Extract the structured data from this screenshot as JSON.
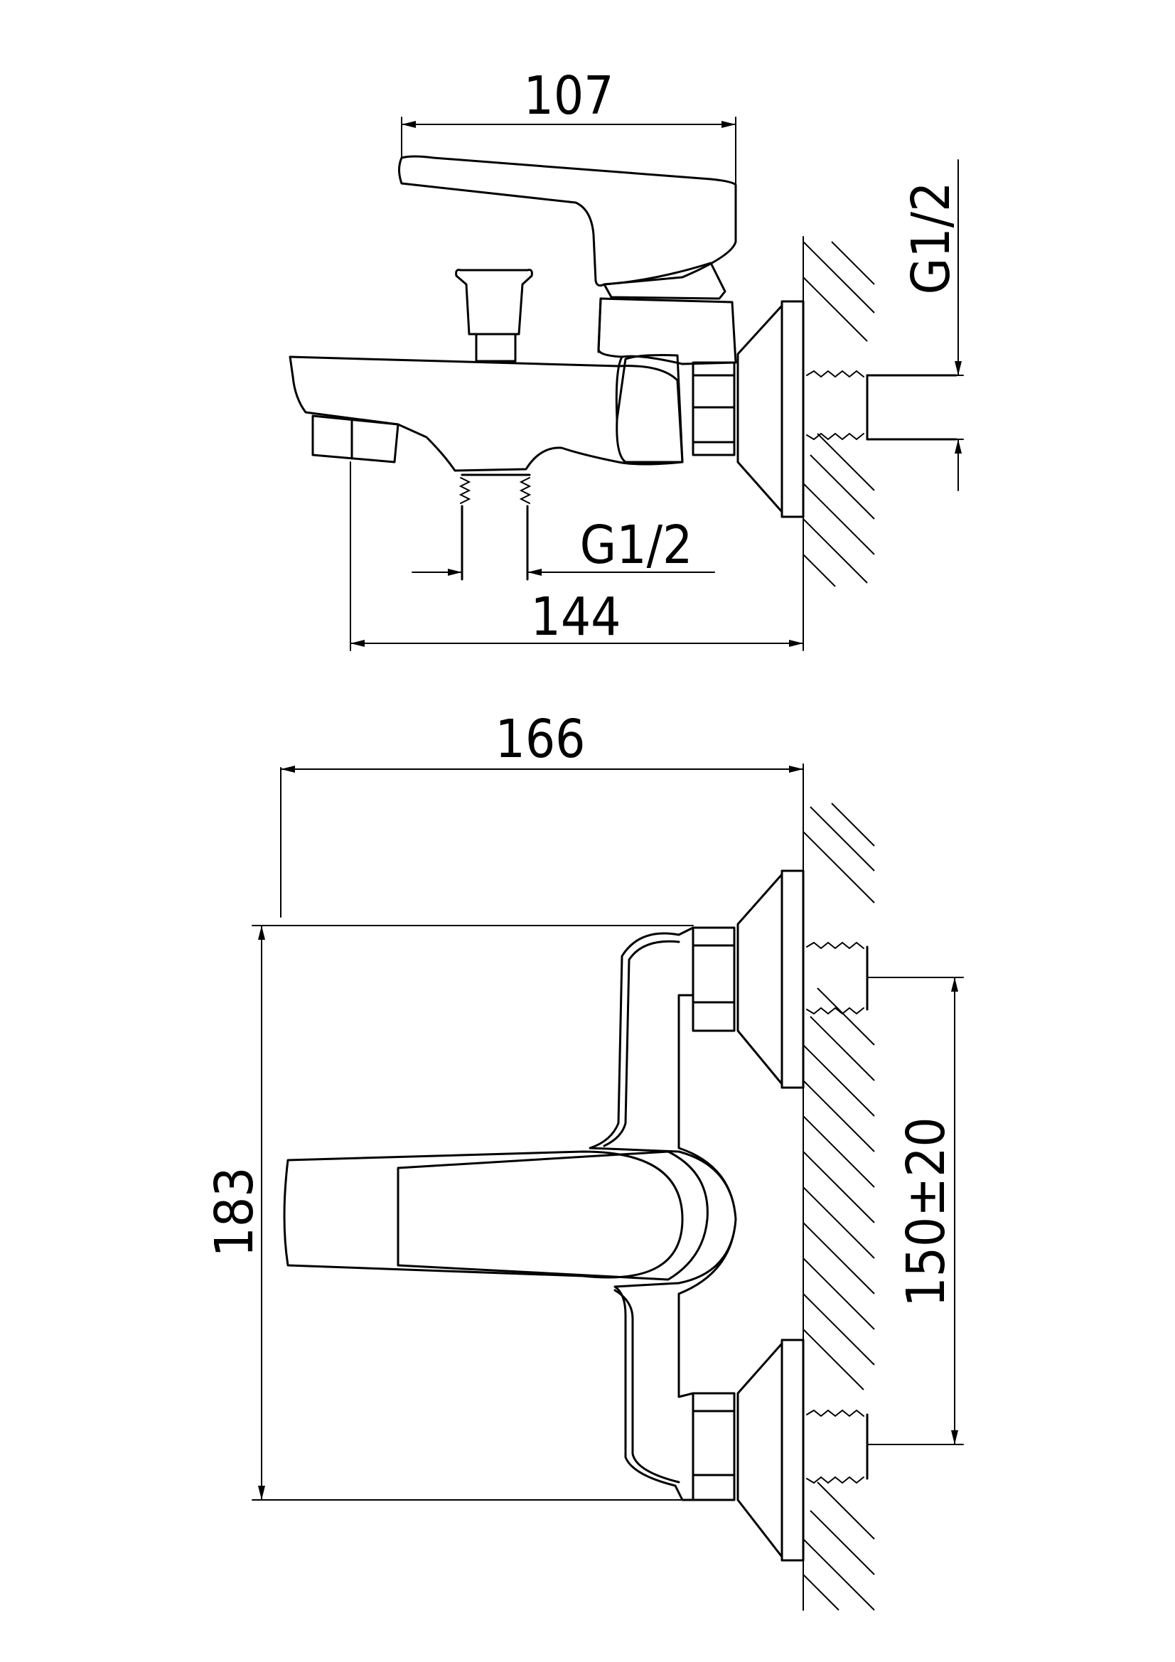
{
  "dimensions": {
    "side_handle_length": "107",
    "side_wall_thread": "G1/2",
    "side_outlet_thread": "G1/2",
    "side_projection": "144",
    "front_width": "166",
    "front_height": "183",
    "front_centers": "150±20"
  },
  "colors": {
    "line": "#000000",
    "background": "#ffffff"
  }
}
